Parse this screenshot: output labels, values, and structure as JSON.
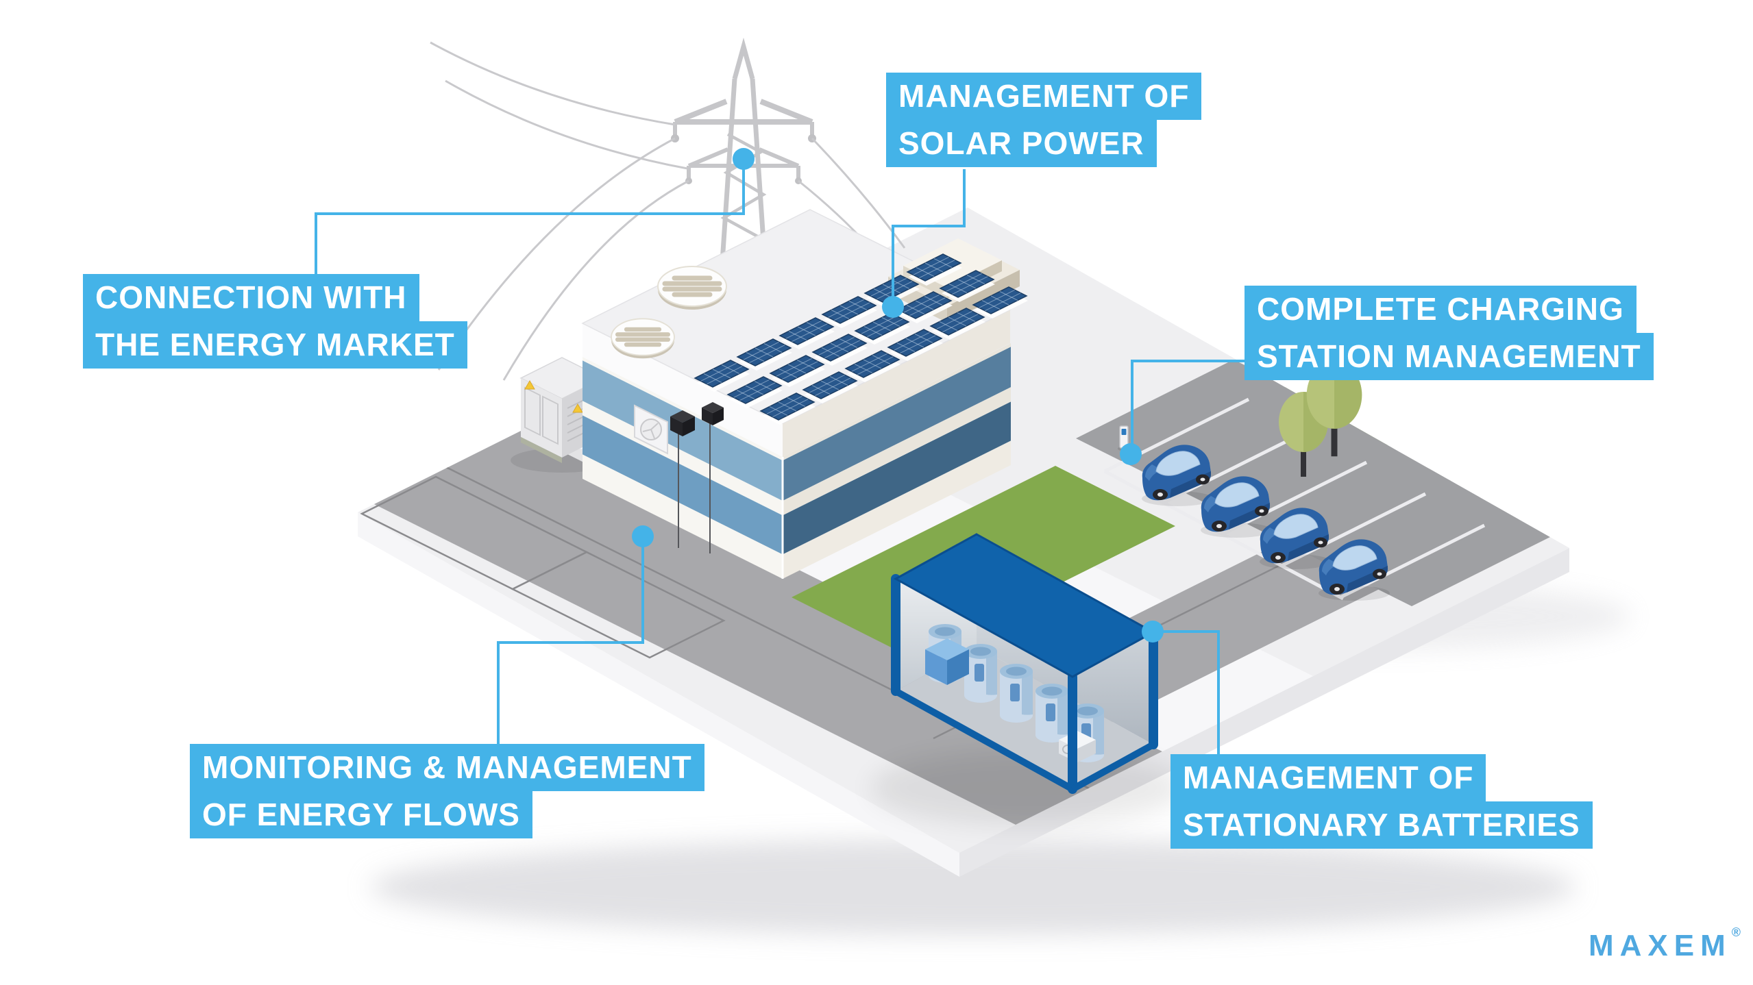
{
  "labels": {
    "solar": {
      "line1": "MANAGEMENT OF",
      "line2": "SOLAR POWER"
    },
    "market": {
      "line1": "CONNECTION WITH",
      "line2": "THE ENERGY MARKET"
    },
    "charging": {
      "line1": "COMPLETE CHARGING",
      "line2": "STATION MANAGEMENT"
    },
    "monitoring": {
      "line1": "MONITORING & MANAGEMENT",
      "line2": "OF ENERGY FLOWS"
    },
    "batteries": {
      "line1": "MANAGEMENT OF",
      "line2": "STATIONARY BATTERIES"
    }
  },
  "logo": {
    "text": "MAXEM",
    "mark": "®"
  },
  "colors": {
    "label_bg": "#44B3E8",
    "label_text": "#FFFFFF",
    "connector": "#44B3E8",
    "logo": "#4FA8E0",
    "building_blue_light": "#7FA9C9",
    "building_blue_dark": "#44698A",
    "solar_panel": "#28578C",
    "grass": "#83AA4D",
    "road": "#A8A8AB",
    "battery_shed": "#0D5EA6",
    "car": "#2B62A6"
  },
  "scene": {
    "elements": [
      "ground-platform",
      "road",
      "electricity-pylon",
      "power-lines",
      "transformer-cabinet",
      "office-building",
      "solar-panel-array",
      "roof-vents",
      "rooftop-unit",
      "energy-meters",
      "wall-ac-unit",
      "grass",
      "trees",
      "parking-spaces",
      "ev-cars",
      "charging-posts",
      "battery-container",
      "stationary-batteries"
    ]
  }
}
